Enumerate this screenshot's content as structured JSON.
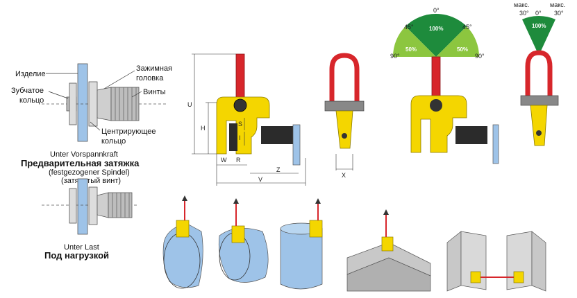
{
  "clamp_section": {
    "labels": {
      "izdelie": "Изделие",
      "zhimnaya": "Зажимная",
      "golovka": "головка",
      "zubchatoe": "Зубчатое",
      "koltso": "кольцо",
      "vinty": "Винты",
      "centr1": "Центрирующее",
      "centr2": "кольцо"
    },
    "state_pretension_de": "Unter Vorspannkraft",
    "state_pretension_ru": "Предварительная затяжка",
    "state_pretension_de2": "(festgezogener Spindel)",
    "state_pretension_ru2": "(затянутый винт)",
    "state_load_de": "Unter Last",
    "state_load_ru": "Под нагрузкой"
  },
  "dimensions": {
    "U": "U",
    "H": "H",
    "S": "S",
    "I": "I",
    "W": "W",
    "R": "R",
    "Z": "Z",
    "V": "V",
    "X": "X"
  },
  "angle_gauge_left": {
    "top": "0°",
    "left45": "45°",
    "right45": "45°",
    "left90": "90°",
    "right90": "90°",
    "pct_center": "100%",
    "pct_left": "50%",
    "pct_right": "50%"
  },
  "angle_gauge_right": {
    "maks_left": "макс.",
    "deg_left": "30°",
    "top": "0°",
    "maks_right": "макс.",
    "deg_right": "30°",
    "pct_center": "100%"
  },
  "colors": {
    "yellow": "#f4d600",
    "red": "#d7262b",
    "green": "#1e8b3c",
    "lightgreen": "#8cc63f",
    "blue": "#9ec3e8",
    "gray": "#c8c8c8"
  }
}
